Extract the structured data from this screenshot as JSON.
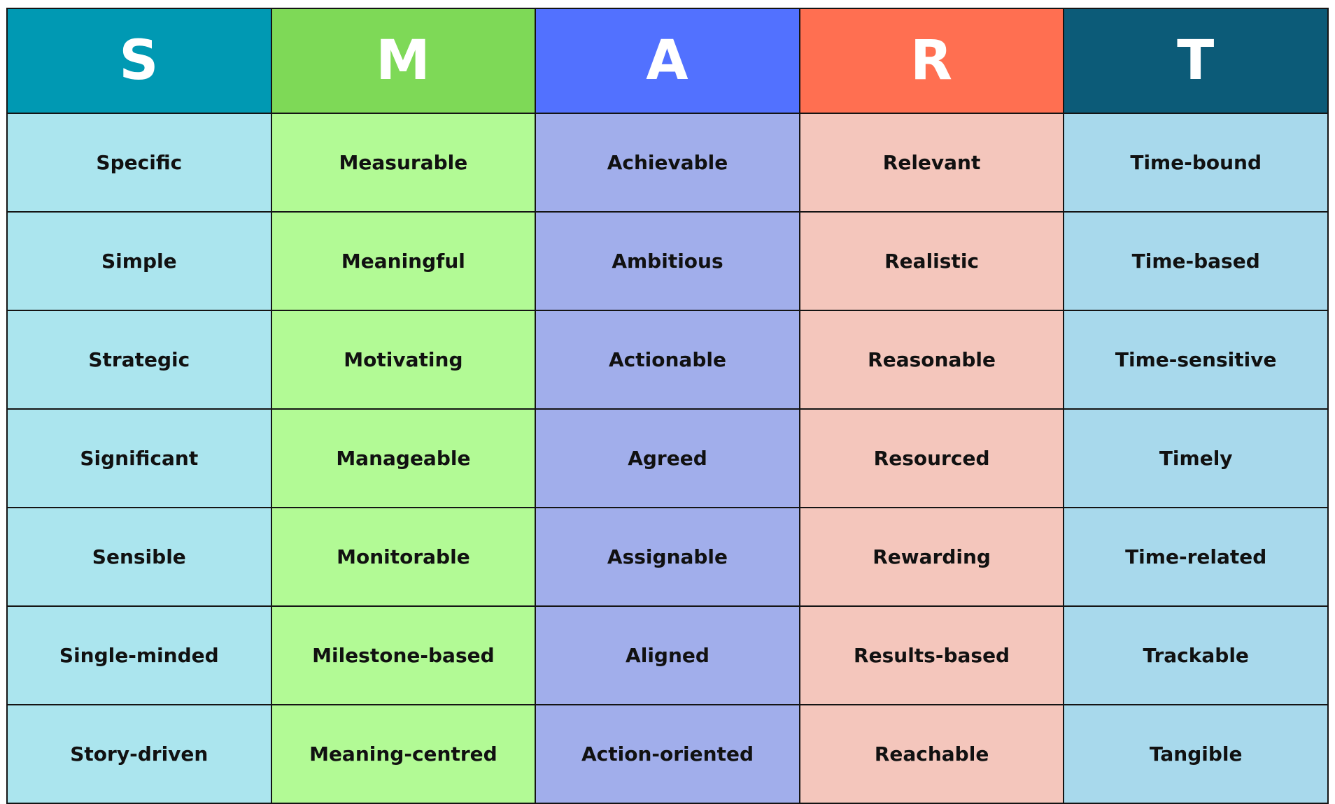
{
  "columns": [
    {
      "letter": "S",
      "header_color": "#0099B3",
      "cell_color": "#ABE5EE",
      "terms": [
        "Specific",
        "Simple",
        "Strategic",
        "Significant",
        "Sensible",
        "Single-minded",
        "Story-driven"
      ]
    },
    {
      "letter": "M",
      "header_color": "#7ED957",
      "cell_color": "#B2FA95",
      "terms": [
        "Measurable",
        "Meaningful",
        "Motivating",
        "Manageable",
        "Monitorable",
        "Milestone-based",
        "Meaning-centred"
      ]
    },
    {
      "letter": "A",
      "header_color": "#5271FF",
      "cell_color": "#A1AEEB",
      "terms": [
        "Achievable",
        "Ambitious",
        "Actionable",
        "Agreed",
        "Assignable",
        "Aligned",
        "Action-oriented"
      ]
    },
    {
      "letter": "R",
      "header_color": "#FF6F51",
      "cell_color": "#F4C6BC",
      "terms": [
        "Relevant",
        "Realistic",
        "Reasonable",
        "Resourced",
        "Rewarding",
        "Results-based",
        "Reachable"
      ]
    },
    {
      "letter": "T",
      "header_color": "#0C5B78",
      "cell_color": "#A8D9EC",
      "terms": [
        "Time-bound",
        "Time-based",
        "Time-sensitive",
        "Timely",
        "Time-related",
        "Trackable",
        "Tangible"
      ]
    }
  ]
}
